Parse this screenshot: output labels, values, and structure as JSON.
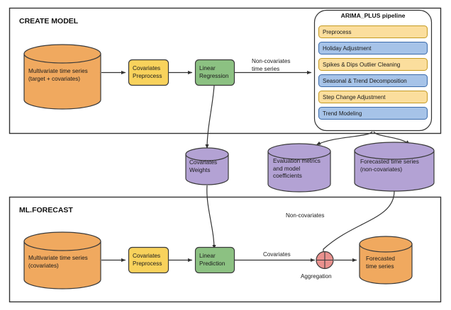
{
  "diagram": {
    "title": "BigQuery ML multivariate time series forecasting flow",
    "colors": {
      "cylinder_orange": "#F0A95F",
      "cylinder_purple": "#B3A2D4",
      "box_yellow": "#F8D25C",
      "box_green": "#8CC182",
      "pipeline_yellow": "#FBDE9D",
      "pipeline_blue": "#A6C3E8",
      "aggregation_red": "#E9918E",
      "stroke": "#3a3a3a",
      "frame": "#333333",
      "background": "#FFFFFF"
    },
    "sections": [
      {
        "id": "create-model",
        "label": "CREATE MODEL"
      },
      {
        "id": "ml-forecast",
        "label": "ML.FORECAST"
      }
    ],
    "create_model": {
      "source_cylinder": {
        "label": "Multivariate time series\n(target + covariates)"
      },
      "preprocess_box": {
        "label": "Covariates\nPreprocess"
      },
      "model_box": {
        "label": "Linear\nRegression"
      },
      "edge_label": "Non-covariates\ntime series"
    },
    "pipeline": {
      "title": "ARIMA_PLUS pipeline",
      "steps": [
        {
          "label": "Preprocess",
          "tone": "yellow"
        },
        {
          "label": "Holiday Adjustment",
          "tone": "blue"
        },
        {
          "label": "Spikes & Dips Outlier Cleaning",
          "tone": "yellow"
        },
        {
          "label": "Seasonal & Trend Decomposition",
          "tone": "blue"
        },
        {
          "label": "Step Change Adjustment",
          "tone": "yellow"
        },
        {
          "label": "Trend Modeling",
          "tone": "blue"
        }
      ]
    },
    "artifacts": [
      {
        "id": "covariates-weights",
        "label": "Covariates\nWeights"
      },
      {
        "id": "evaluation-metrics",
        "label": "Evaluation metrics\nand model\ncoefficients"
      },
      {
        "id": "forecasted-non-covariates",
        "label": "Forecasted time series\n(non-covariates)"
      }
    ],
    "ml_forecast": {
      "source_cylinder": {
        "label": "Multivariate time series\n(covariates)"
      },
      "preprocess_box": {
        "label": "Covariates\nPreprocess"
      },
      "prediction_box": {
        "label": "Linear\nPrediction"
      },
      "aggregation_node": {
        "label": "Aggregation",
        "icon": "plus-circle-icon"
      },
      "output_cylinder": {
        "label": "Forecasted\ntime series"
      },
      "edge_labels": {
        "covariates": "Covariates",
        "non_covariates": "Non-covariates"
      }
    }
  }
}
